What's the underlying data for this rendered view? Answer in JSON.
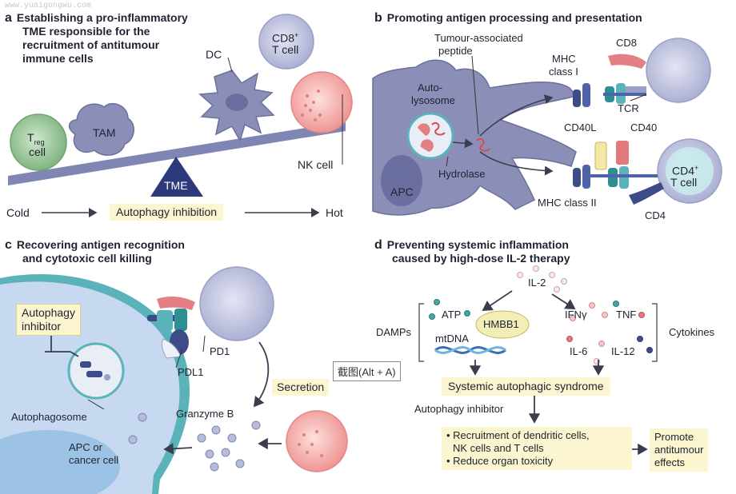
{
  "watermark": "www.yuaigongwu.com",
  "panel_a": {
    "letter": "a",
    "title_lines": [
      "Establishing a pro-inflammatory",
      "TME responsible for the",
      "recruitment of antitumour",
      "immune cells"
    ],
    "treg_main": "T",
    "treg_sub": "reg",
    "treg_cell": "cell",
    "tam": "TAM",
    "dc": "DC",
    "cd8_main": "CD8",
    "cd8_sup": "+",
    "cd8_cell": "T cell",
    "nk": "NK cell",
    "tme": "TME",
    "cold": "Cold",
    "autophagy_inhibition": "Autophagy inhibition",
    "hot": "Hot"
  },
  "panel_b": {
    "letter": "b",
    "title": "Promoting antigen processing and presentation",
    "tumour_peptide_lines": [
      "Tumour-associated",
      "peptide"
    ],
    "autolysosome_lines": [
      "Auto-",
      "lysosome"
    ],
    "hydrolase": "Hydrolase",
    "apc": "APC",
    "cd8": "CD8",
    "mhc1_lines": [
      "MHC",
      "class I"
    ],
    "tcr": "TCR",
    "cd40l": "CD40L",
    "cd40": "CD40",
    "mhc2": "MHC class II",
    "cd4_main": "CD4",
    "cd4_sup": "+",
    "cd4_cell": "T cell",
    "cd4": "CD4"
  },
  "panel_c": {
    "letter": "c",
    "title_lines": [
      "Recovering antigen recognition",
      "and cytotoxic cell killing"
    ],
    "inhibitor_lines": [
      "Autophagy",
      "inhibitor"
    ],
    "pd1": "PD1",
    "pdl1": "PDL1",
    "secretion": "Secretion",
    "granzyme": "Granzyme B",
    "autophagosome": "Autophagosome",
    "apc_lines": [
      "APC or",
      "cancer cell"
    ]
  },
  "panel_d": {
    "letter": "d",
    "title_lines": [
      "Preventing systemic inflammation",
      "caused by high-dose IL-2 therapy"
    ],
    "il2": "IL-2",
    "atp": "ATP",
    "hmbb1": "HMBB1",
    "mtdna": "mtDNA",
    "damps": "DAMPs",
    "ifn": "IFNγ",
    "tnf": "TNF",
    "il6": "IL-6",
    "il12": "IL-12",
    "cytokines": "Cytokines",
    "syndrome": "Systemic autophagic syndrome",
    "inhibitor": "Autophagy inhibitor",
    "bullets": [
      "• Recruitment of dendritic cells,",
      "  NK cells and T cells",
      "• Reduce organ toxicity"
    ],
    "promote_lines": [
      "Promote",
      "antitumour",
      "effects"
    ]
  },
  "tooltip": "截图(Alt + A)",
  "colors": {
    "apc_fill": "#8b8fb8",
    "tcell_fill": "#c9cde6",
    "tme_triangle": "#2d3a7a",
    "nk_fill": "#f4a7a6",
    "treg_fill": "#8fc08f",
    "highlight": "#fbf6cf",
    "teal": "#5ab3b8"
  }
}
